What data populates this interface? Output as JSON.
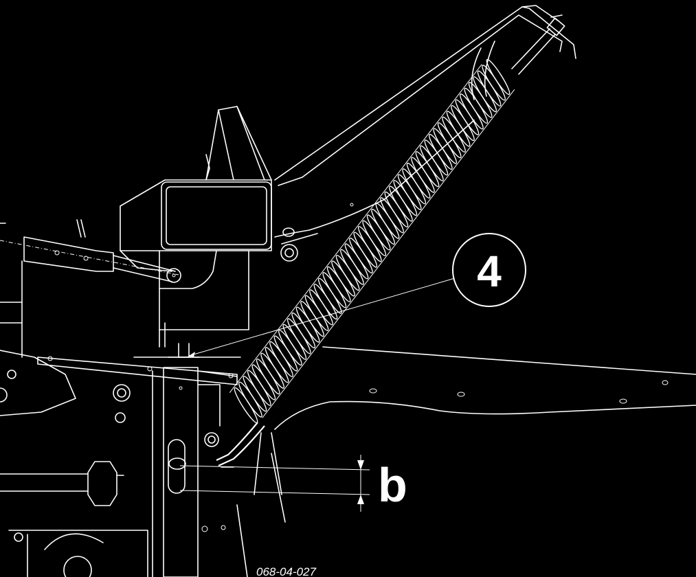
{
  "callouts": [
    {
      "id": "callout-4",
      "label": "4"
    }
  ],
  "dimension": {
    "label": "b"
  },
  "reference_code": "068-04-027",
  "colors": {
    "background": "#000000",
    "lines": "#ffffff"
  }
}
